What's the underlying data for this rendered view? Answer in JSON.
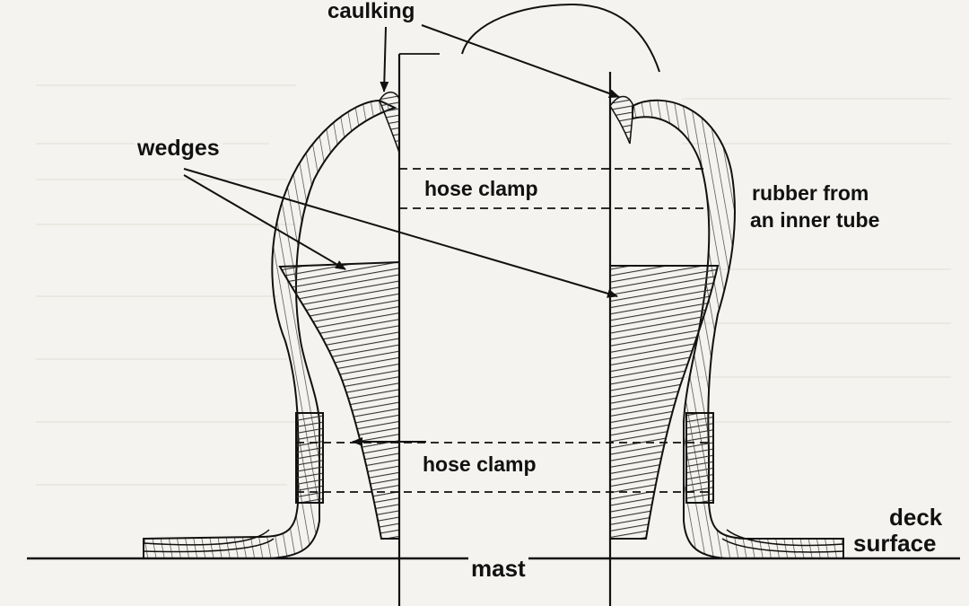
{
  "labels": {
    "caulking": "caulking",
    "wedges": "wedges",
    "hose_clamp_top": "hose clamp",
    "rubber_line1": "rubber from",
    "rubber_line2": "an inner tube",
    "hose_clamp_bottom": "hose clamp",
    "deck_line1": "deck",
    "deck_line2": "surface",
    "mast": "mast"
  },
  "colors": {
    "background": "#f4f3ef",
    "ink": "#111111",
    "hatch": "#333333",
    "show_through_text": "#d4d2cc"
  }
}
